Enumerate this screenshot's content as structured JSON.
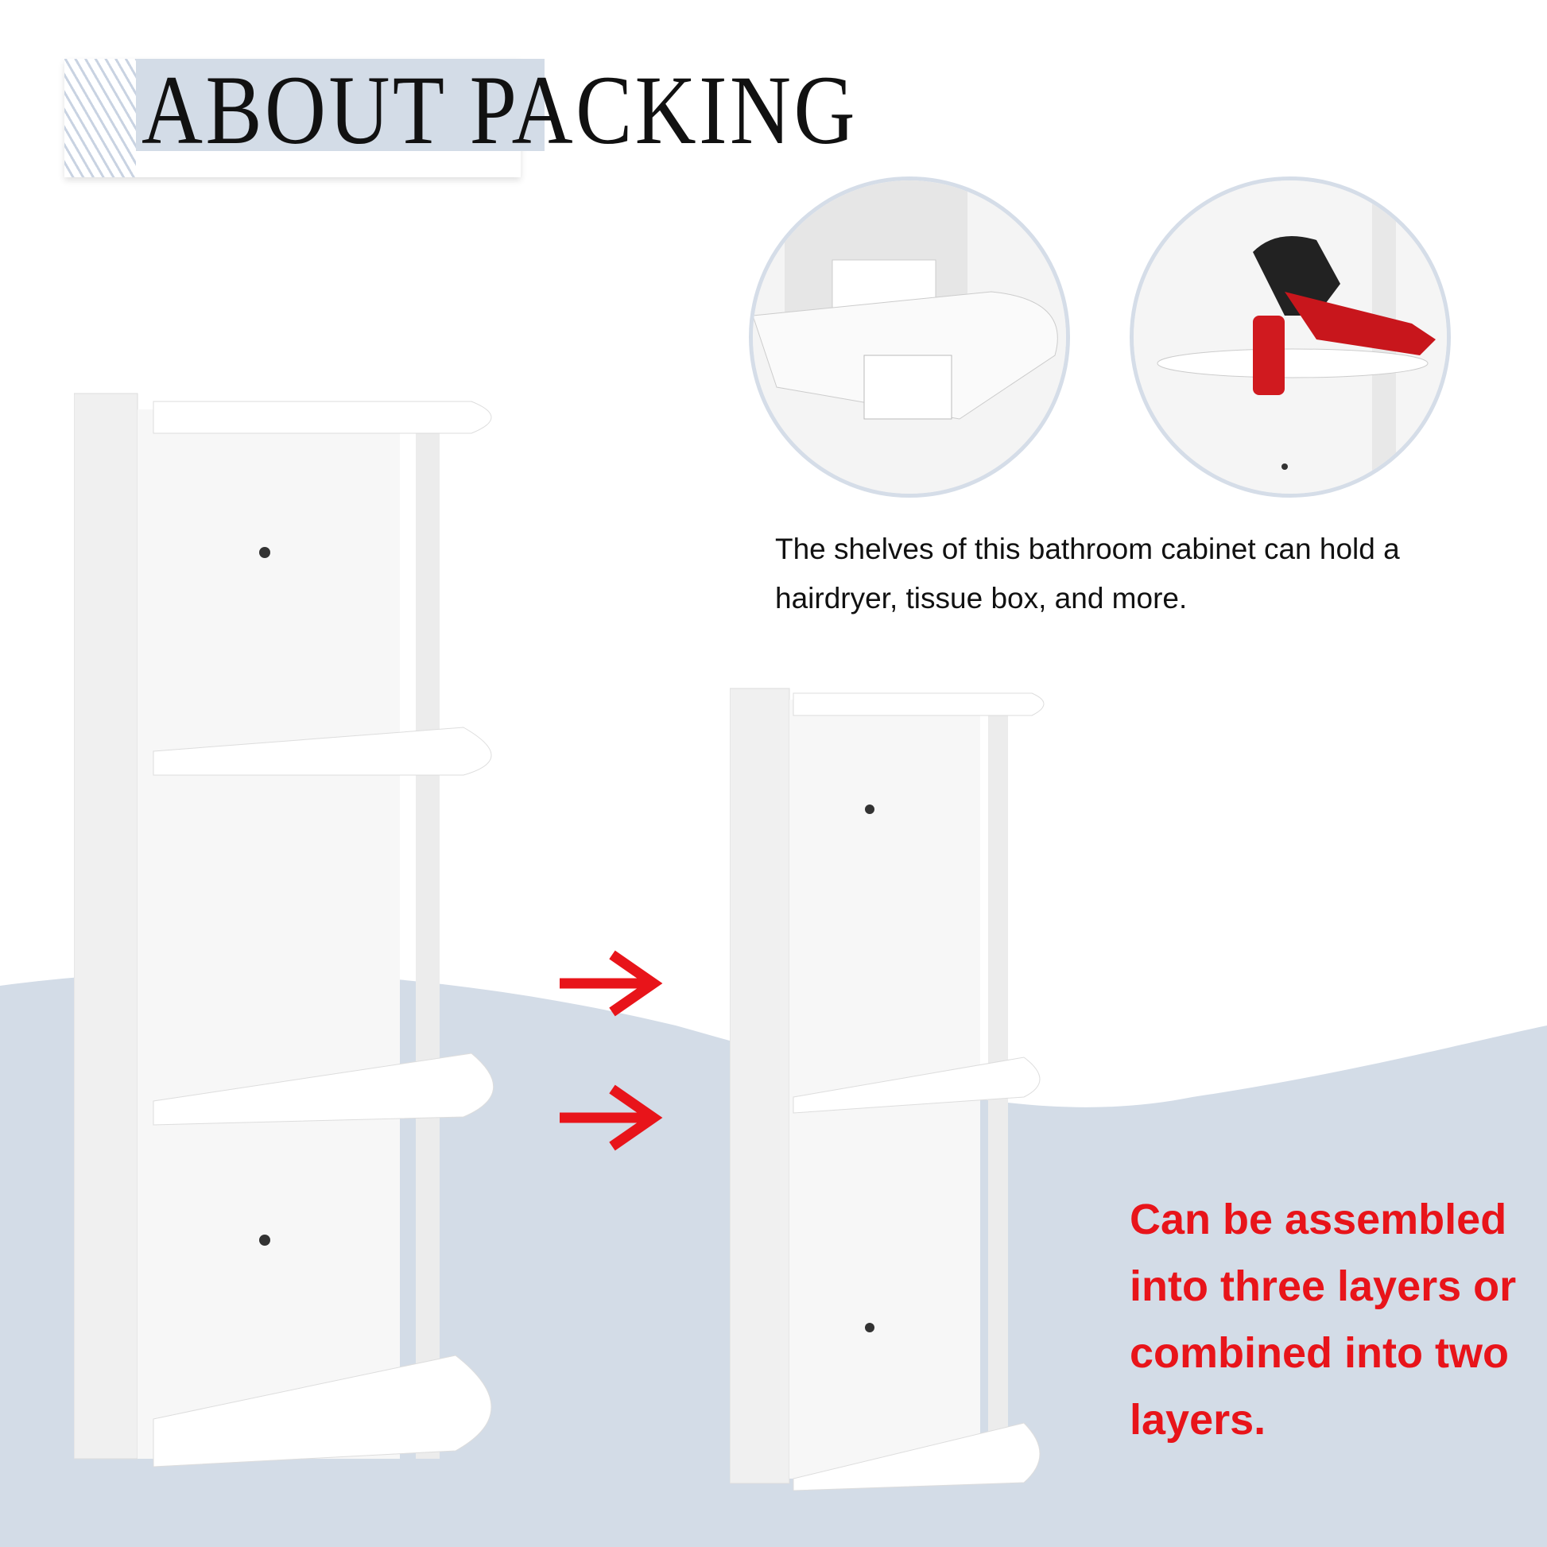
{
  "title": "ABOUT PACKING",
  "caption": "The shelves of this bathroom cabinet can hold a hairdryer, tissue box, and more.",
  "assembly_note": "Can be assembled into three layers or combined into two layers.",
  "colors": {
    "accent_red": "#e8141a",
    "background_blue": "#d3dce7"
  }
}
